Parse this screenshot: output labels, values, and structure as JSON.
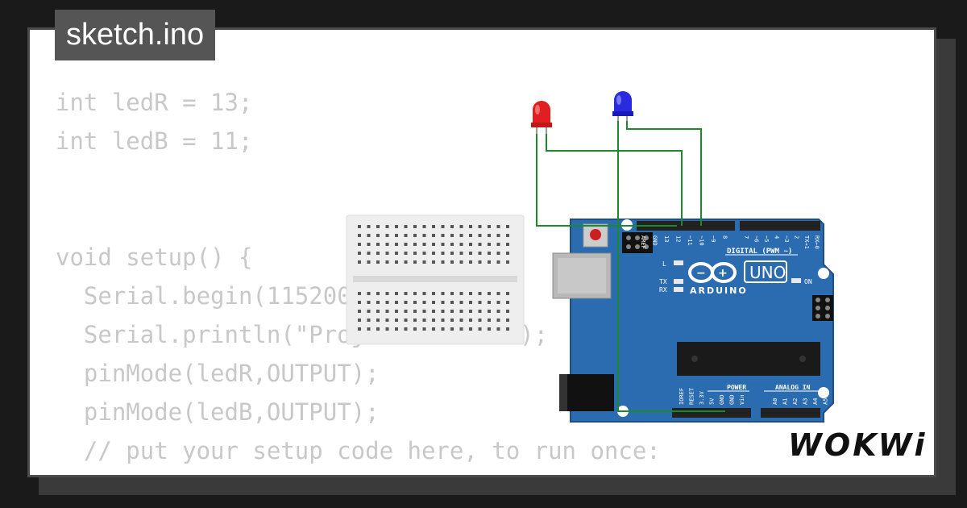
{
  "tab": {
    "filename": "sketch.ino"
  },
  "code_lines": [
    "int ledR = 13;",
    "int ledB = 11;",
    "",
    "",
    "void setup() {",
    "  Serial.begin(115200);",
    "  Serial.println(\"Projeto de LED\");",
    "  pinMode(ledR,OUTPUT);",
    "  pinMode(ledB,OUTPUT);",
    "  // put your setup code here, to run once:"
  ],
  "board": {
    "model": "UNO",
    "brand": "ARDUINO",
    "header_digital_label": "DIGITAL (PWM ~)",
    "on_label": "ON",
    "l_label": "L",
    "tx_label": "TX",
    "rx_label": "RX",
    "power_label": "POWER",
    "analog_label": "ANALOG IN",
    "digital_pins": [
      "AREF",
      "GND",
      "13",
      "12",
      "~11",
      "~10",
      "~9",
      "8",
      "7",
      "~6",
      "~5",
      "4",
      "~3",
      "2",
      "TX→1",
      "RX←0"
    ],
    "power_pins": [
      "IOREF",
      "RESET",
      "3.3V",
      "5V",
      "GND",
      "GND",
      "Vin"
    ],
    "analog_pins": [
      "A0",
      "A1",
      "A2",
      "A3",
      "A4",
      "A5"
    ]
  },
  "logo": {
    "text": "WOKWi"
  },
  "colors": {
    "board": "#2b6cb0",
    "board_dark": "#1e4f85",
    "wire": "#1a8a2a",
    "led_red": "#e02020",
    "led_blue": "#2a2ae0",
    "breadboard": "#f0f0f0"
  }
}
